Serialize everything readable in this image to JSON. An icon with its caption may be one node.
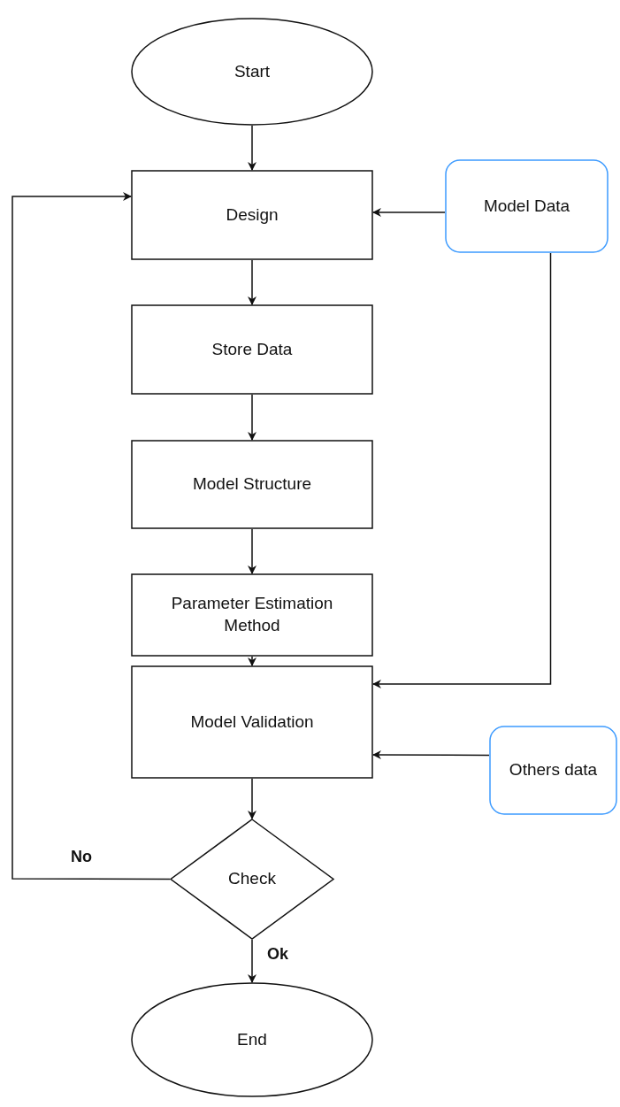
{
  "diagram": {
    "nodes": [
      {
        "text": [
          "Start"
        ]
      },
      {
        "text": [
          "Design"
        ]
      },
      {
        "text": [
          "Model Data"
        ]
      },
      {
        "text": [
          "Store Data"
        ]
      },
      {
        "text": [
          "Model Structure"
        ]
      },
      {
        "text": [
          "Parameter Estimation Method"
        ]
      },
      {
        "text": [
          "Model Validation"
        ]
      },
      {
        "text": [
          "Others data"
        ]
      },
      {
        "text": [
          "Check"
        ]
      },
      {
        "text": [
          "End"
        ]
      }
    ],
    "edges": [
      {
        "from": 0,
        "to": 1,
        "arrow": "to"
      },
      {
        "from": 2,
        "to": 1,
        "arrow": "to"
      },
      {
        "from": 1,
        "to": 3,
        "arrow": "to"
      },
      {
        "from": 3,
        "to": 4,
        "arrow": "to"
      },
      {
        "from": 4,
        "to": 5,
        "arrow": "to"
      },
      {
        "from": 5,
        "to": 6,
        "arrow": "to"
      },
      {
        "from": 2,
        "to": 6,
        "arrow": "to"
      },
      {
        "from": 7,
        "to": 6,
        "arrow": "to"
      },
      {
        "from": 6,
        "to": 8,
        "arrow": "to"
      },
      {
        "from": 8,
        "to": 1,
        "label": "No",
        "arrow": "to"
      },
      {
        "from": 8,
        "to": 9,
        "label": "Ok",
        "arrow": "to"
      }
    ]
  }
}
